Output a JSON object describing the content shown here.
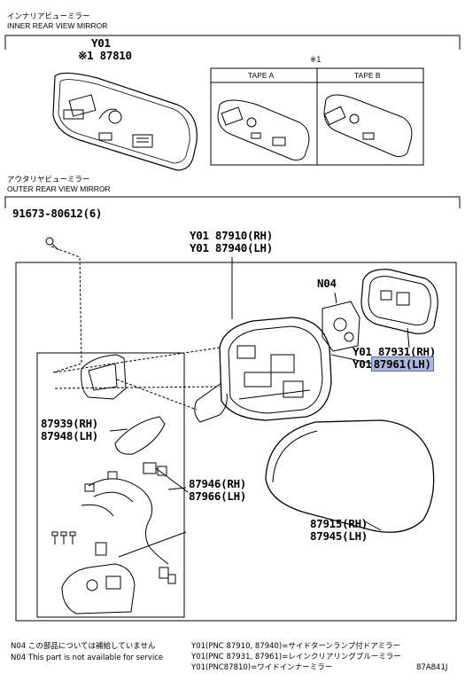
{
  "inner": {
    "heading_jp": "インナリアビューミラー",
    "heading_en": "INNER REAR VIEW MIRROR",
    "code": "Y01",
    "mark_part": "※1 87810",
    "tape_mark": "※1",
    "tape_a": "TAPE A",
    "tape_b": "TAPE B"
  },
  "outer": {
    "heading_jp": "アウタリヤビューミラー",
    "heading_en": "OUTER REAR VIEW MIRROR",
    "screw": "91673-80612(6)",
    "mirror_rh": "Y01 87910(RH)",
    "mirror_lh": "Y01 87940(LH)",
    "n04": "N04",
    "glass_rh": "Y01 87931(RH)",
    "glass_lh_code": "Y01",
    "glass_lh_part": "87961(LH)",
    "cover_rh": "87939(RH)",
    "cover_lh": "87948(LH)",
    "harness_rh": "87946(RH)",
    "harness_lh": "87966(LH)",
    "cap_rh": "87915(RH)",
    "cap_lh": "87945(LH)"
  },
  "notes": {
    "n04_jp": "N04 この部品については補給していません",
    "n04_en": "N04 This part is not available for service",
    "y01_a": "Y01(PNC 87910, 87940)=サイドターンランプ付ドアミラー",
    "y01_b": "Y01(PNC 87931, 87961)=レインクリアリングブルーミラー",
    "y01_c": "Y01(PNC87810)=ワイドインナーミラー",
    "ref": "87A841J"
  }
}
